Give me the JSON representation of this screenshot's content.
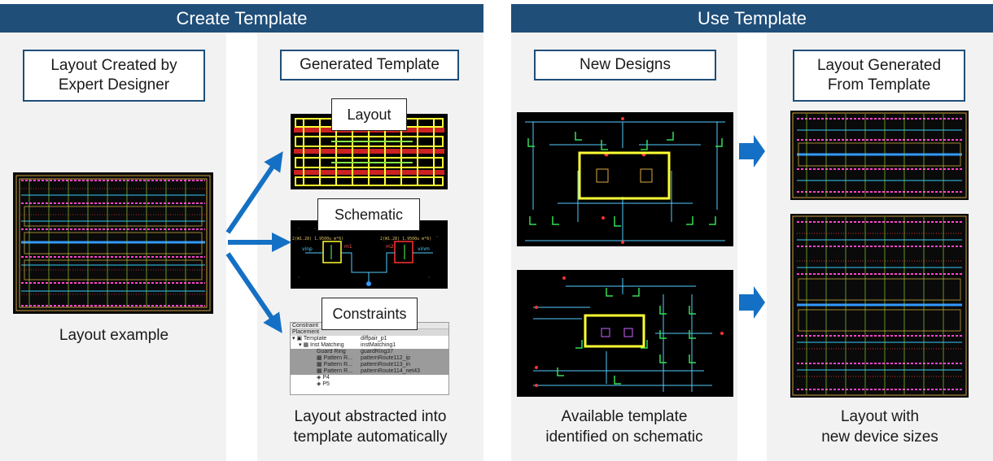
{
  "banners": {
    "left": "Create Template",
    "right": "Use Template"
  },
  "columns": {
    "expert": {
      "title_line1": "Layout Created by",
      "title_line2": "Expert Designer",
      "caption": "Layout example"
    },
    "generated": {
      "title": "Generated Template",
      "tag_layout": "Layout",
      "tag_schematic": "Schematic",
      "tag_constraints": "Constraints",
      "caption_line1": "Layout abstracted into",
      "caption_line2": "template automatically"
    },
    "new_designs": {
      "title": "New Designs",
      "caption_line1": "Available template",
      "caption_line2": "identified on schematic"
    },
    "generated_layout": {
      "title_line1": "Layout Generated",
      "title_line2": "From Template",
      "caption_line1": "Layout with",
      "caption_line2": "new device sizes"
    }
  },
  "schematic_labels": {
    "left_dev": "m1",
    "right_dev": "m2",
    "left_pin": "vinp",
    "right_pin": "vinm",
    "left_param": "2(W1.28) 1.9500u m*6)",
    "right_param": "2(W1.28) 1.9500u m*6)"
  },
  "constraints": {
    "header": "Constraint",
    "subheader": "Placement",
    "rows": [
      {
        "name": "Template",
        "value": "diffpair_p1",
        "selected": false
      },
      {
        "name": "Inst Matching",
        "value": "instMatching1",
        "selected": false
      },
      {
        "name": "Guard Ring",
        "value": "guardRing37",
        "selected": true
      },
      {
        "name": "Pattern R...",
        "value": "patternRoute112_ip",
        "selected": true
      },
      {
        "name": "Pattern R...",
        "value": "patternRoute113_in",
        "selected": true
      },
      {
        "name": "Pattern R...",
        "value": "patternRoute114_net43",
        "selected": true
      },
      {
        "name": "P4",
        "value": "",
        "selected": false
      },
      {
        "name": "P5",
        "value": "",
        "selected": false
      }
    ]
  },
  "colors": {
    "banner": "#1f4e79",
    "arrow": "#1470c4",
    "highlight": "#ffff33"
  }
}
